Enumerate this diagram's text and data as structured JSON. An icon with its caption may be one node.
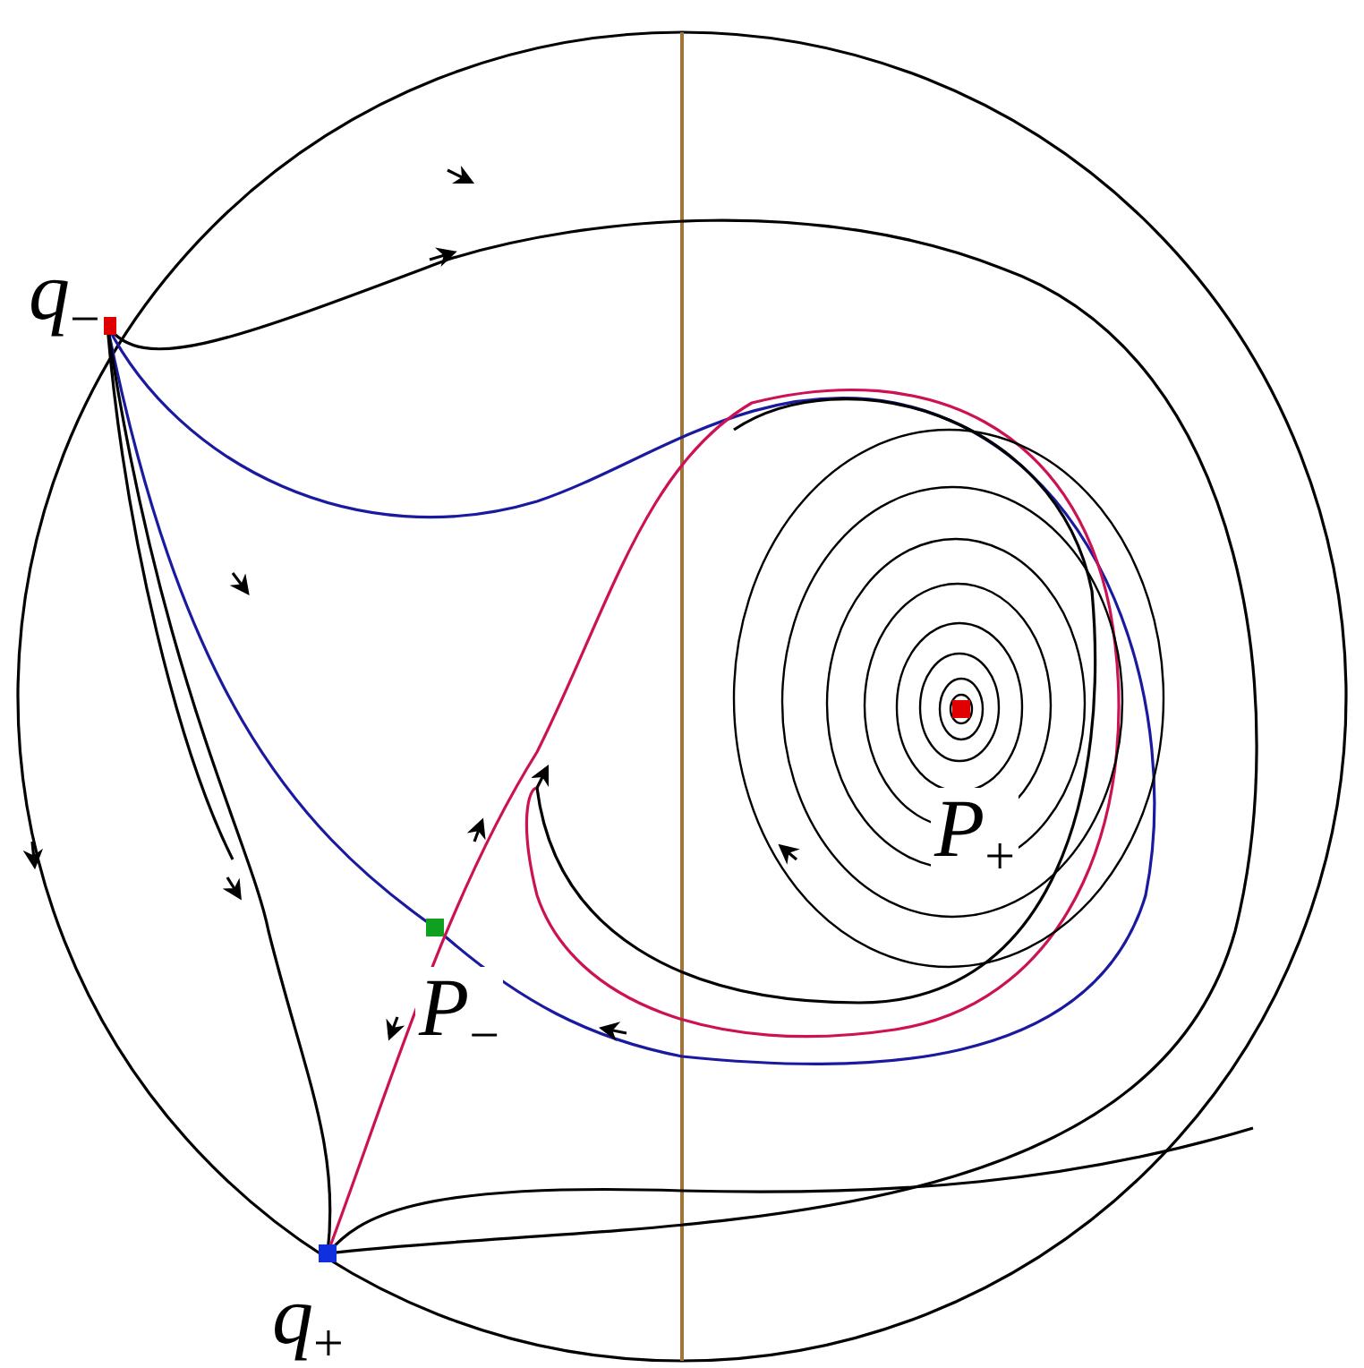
{
  "diagram": {
    "labels": [
      "q$_{−}$",
      "P$_{+}$",
      "P$_{−}$",
      "q$_{+}$"
    ]
  }
}
